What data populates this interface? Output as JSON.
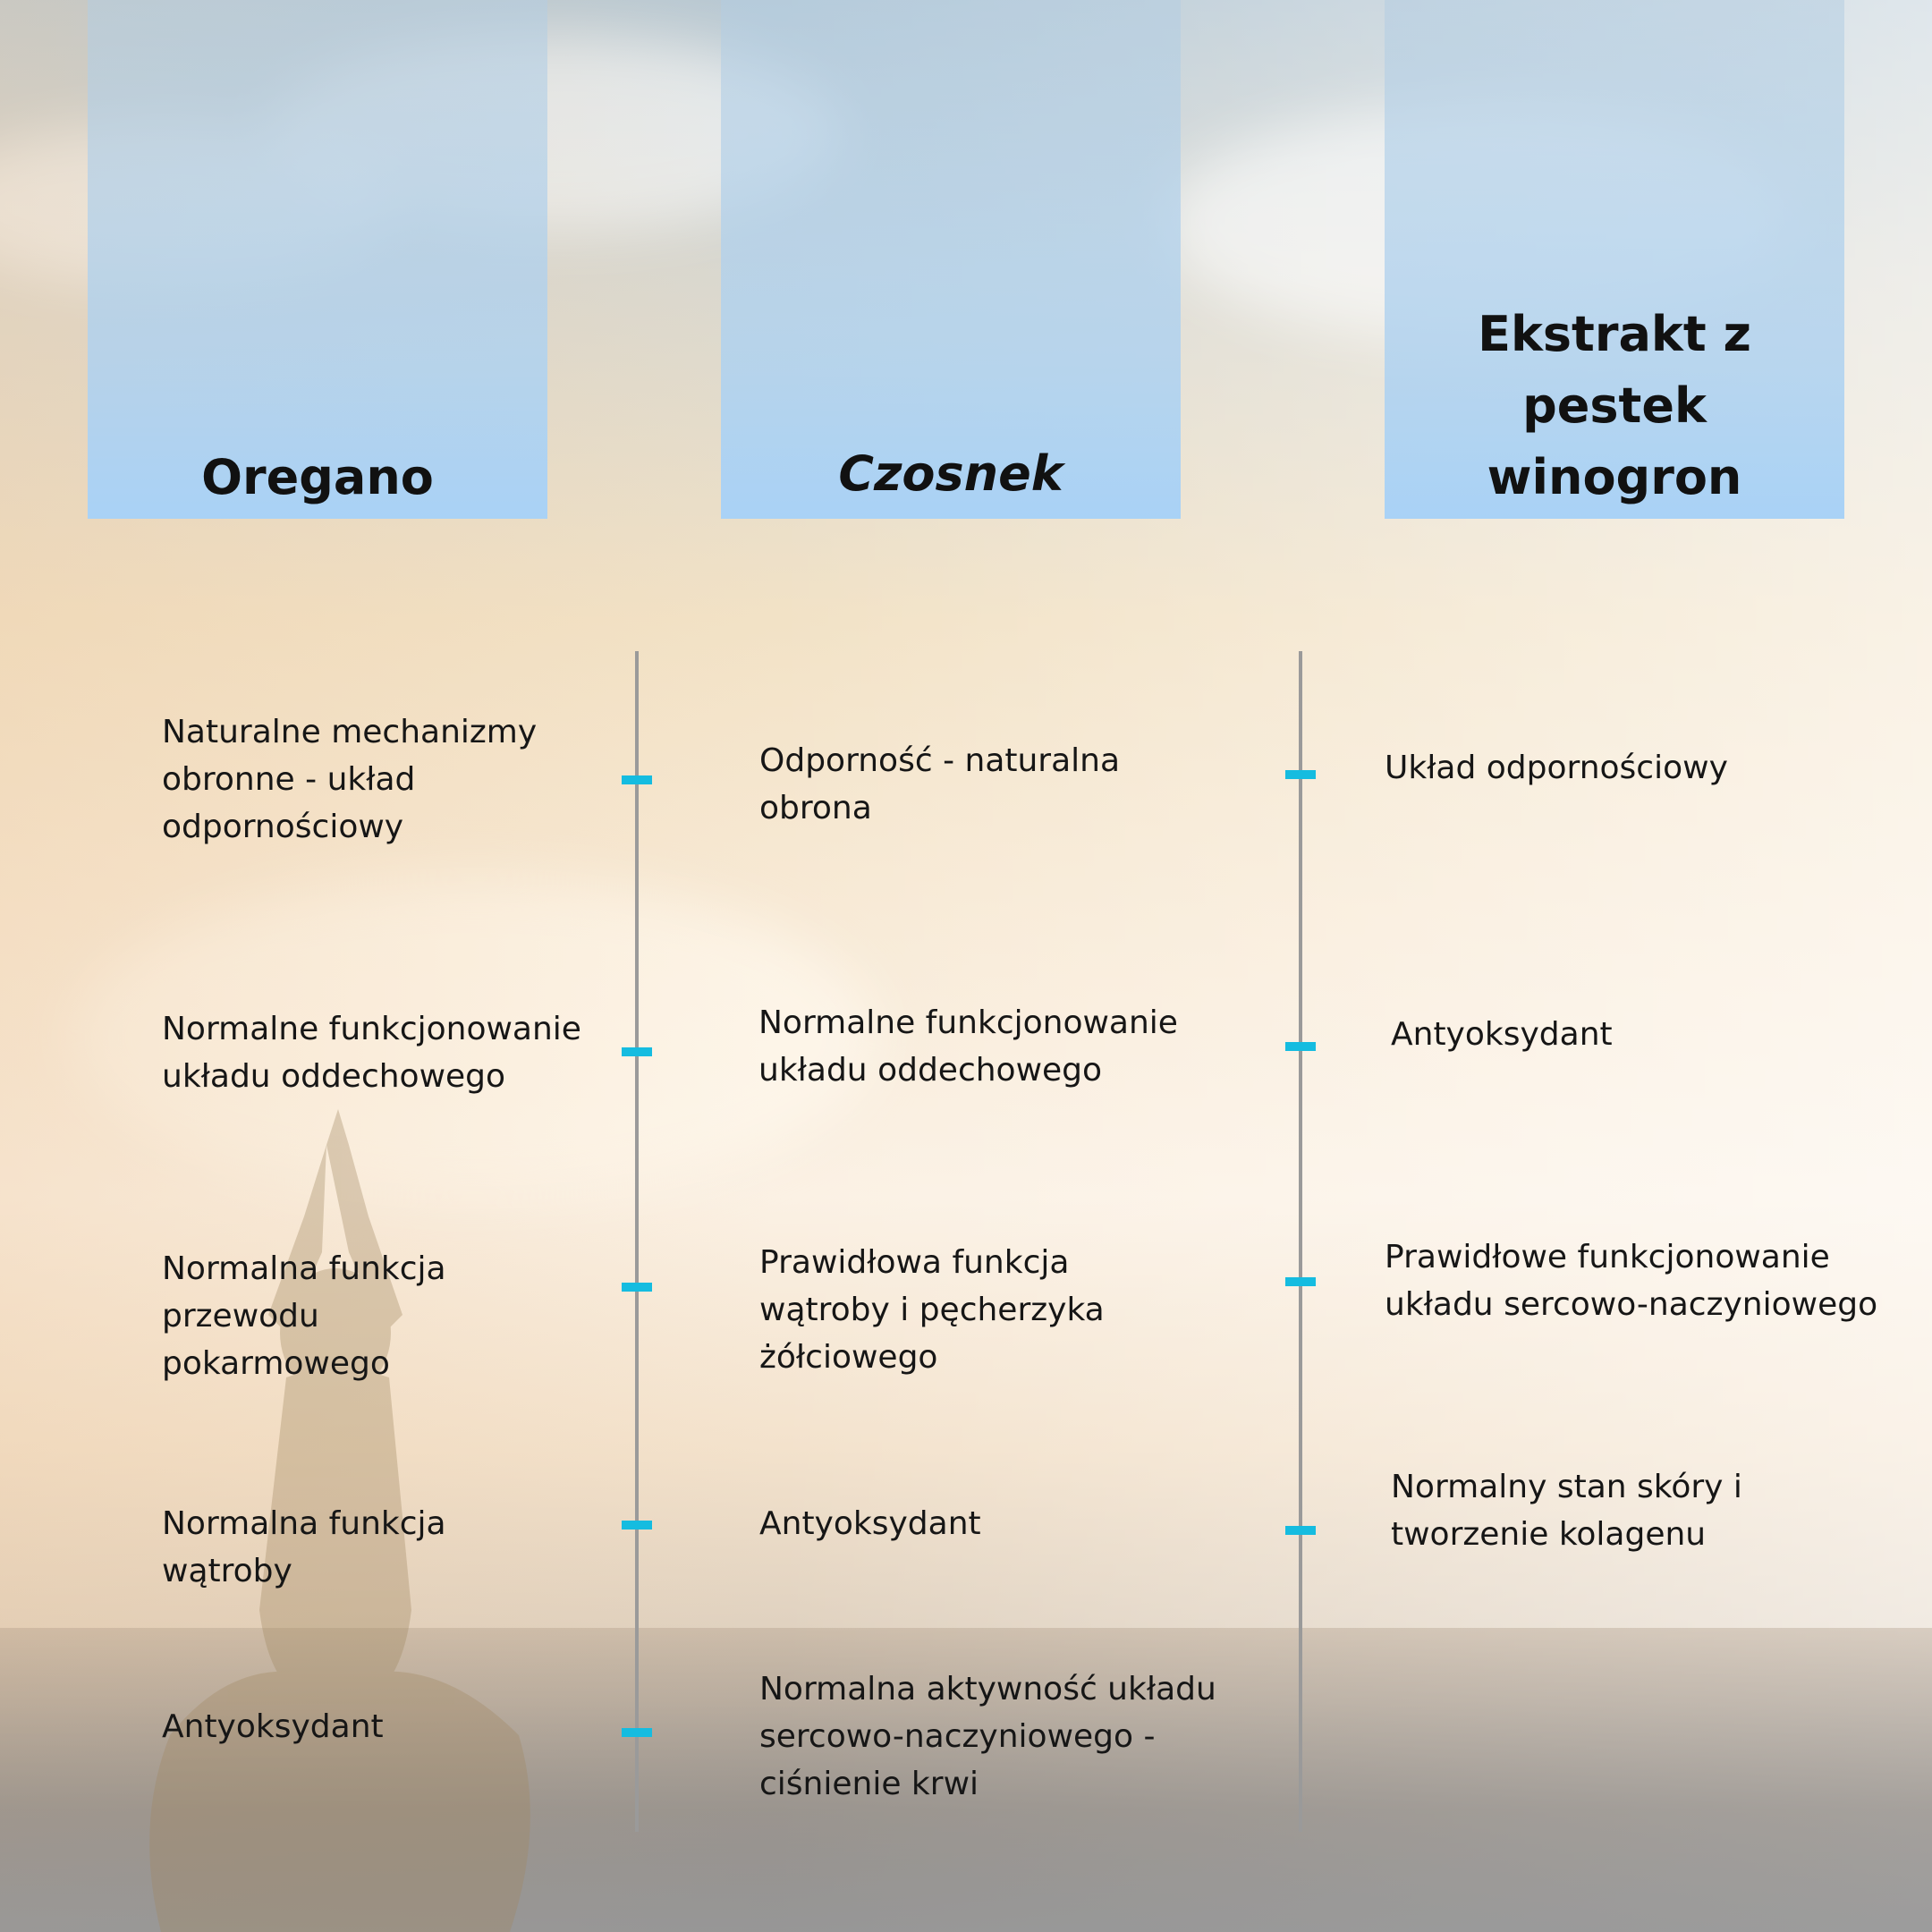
{
  "colors": {
    "header_gradient_bottom": "#a9d2f6",
    "divider": "#9a9a9a",
    "tick": "#15bce0",
    "text": "#161616"
  },
  "columns": [
    {
      "title": "Oregano",
      "items": [
        "Naturalne mechanizmy obronne - układ odpornościowy",
        "Normalne funkcjonowanie układu oddechowego",
        "Normalna funkcja przewodu pokarmowego",
        "Normalna funkcja wątroby",
        "Antyoksydant"
      ]
    },
    {
      "title": "Czosnek",
      "items": [
        "Odporność - naturalna obrona",
        "Normalne funkcjonowanie układu oddechowego",
        "Prawidłowa funkcja wątroby i pęcherzyka żółciowego",
        "Antyoksydant",
        "Normalna aktywność układu sercowo-naczyniowego - ciśnienie krwi"
      ]
    },
    {
      "title": "Ekstrakt z pestek winogron",
      "items": [
        "Układ odpornościowy",
        "Antyoksydant",
        "Prawidłowe funkcjonowanie układu sercowo-naczyniowego",
        "Normalny stan skóry i tworzenie kolagenu"
      ]
    }
  ]
}
